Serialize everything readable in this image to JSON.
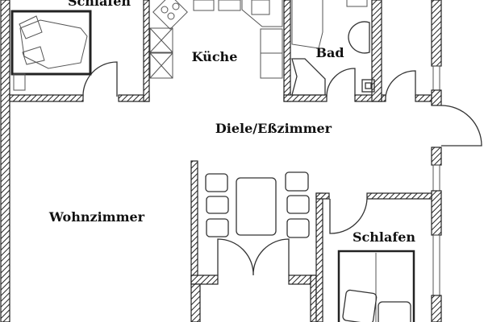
{
  "plan": {
    "rooms": {
      "bedroom_top": "Schlafen",
      "kitchen": "Küche",
      "bathroom": "Bad",
      "hall_dining": "Diele/Eßzimmer",
      "living": "Wohnzimmer",
      "bedroom_right": "Schlafen"
    },
    "colors": {
      "line": "#222222",
      "background": "#ffffff"
    }
  }
}
